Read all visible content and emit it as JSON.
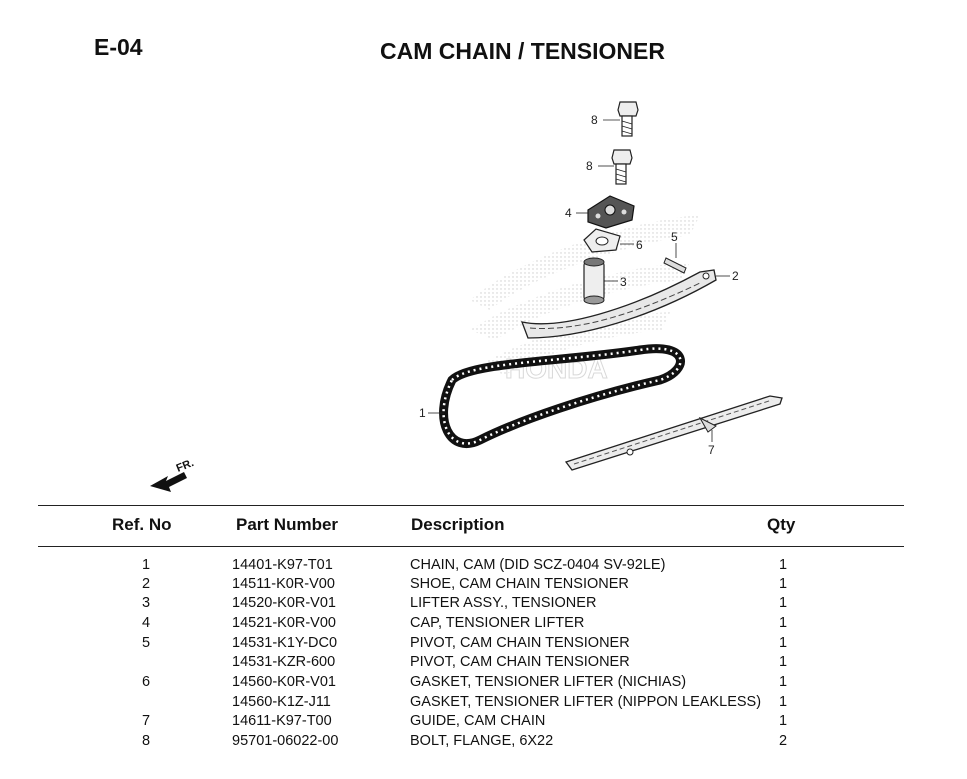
{
  "header": {
    "section_code": "E-04",
    "title": "CAM CHAIN / TENSIONER"
  },
  "diagram": {
    "front_label": "FR.",
    "callouts": [
      "1",
      "2",
      "3",
      "4",
      "5",
      "6",
      "7",
      "8",
      "8"
    ],
    "watermark_text": "HONDA"
  },
  "table": {
    "headers": {
      "ref": "Ref. No",
      "part": "Part Number",
      "desc": "Description",
      "qty": "Qty"
    },
    "rows": [
      {
        "ref": "1",
        "part": "14401-K97-T01",
        "desc": "CHAIN, CAM (DID SCZ-0404 SV-92LE)",
        "qty": "1"
      },
      {
        "ref": "2",
        "part": "14511-K0R-V00",
        "desc": "SHOE, CAM CHAIN TENSIONER",
        "qty": "1"
      },
      {
        "ref": "3",
        "part": "14520-K0R-V01",
        "desc": "LIFTER ASSY., TENSIONER",
        "qty": "1"
      },
      {
        "ref": "4",
        "part": "14521-K0R-V00",
        "desc": "CAP, TENSIONER LIFTER",
        "qty": "1"
      },
      {
        "ref": "5",
        "part": "14531-K1Y-DC0",
        "desc": "PIVOT, CAM CHAIN TENSIONER",
        "qty": "1"
      },
      {
        "ref": "",
        "part": "14531-KZR-600",
        "desc": "PIVOT, CAM CHAIN TENSIONER",
        "qty": "1"
      },
      {
        "ref": "6",
        "part": "14560-K0R-V01",
        "desc": "GASKET, TENSIONER LIFTER (NICHIAS)",
        "qty": "1"
      },
      {
        "ref": "",
        "part": "14560-K1Z-J11",
        "desc": "GASKET, TENSIONER LIFTER (NIPPON LEAKLESS)",
        "qty": "1"
      },
      {
        "ref": "7",
        "part": "14611-K97-T00",
        "desc": "GUIDE, CAM CHAIN",
        "qty": "1"
      },
      {
        "ref": "8",
        "part": "95701-06022-00",
        "desc": "BOLT, FLANGE, 6X22",
        "qty": "2"
      }
    ]
  }
}
